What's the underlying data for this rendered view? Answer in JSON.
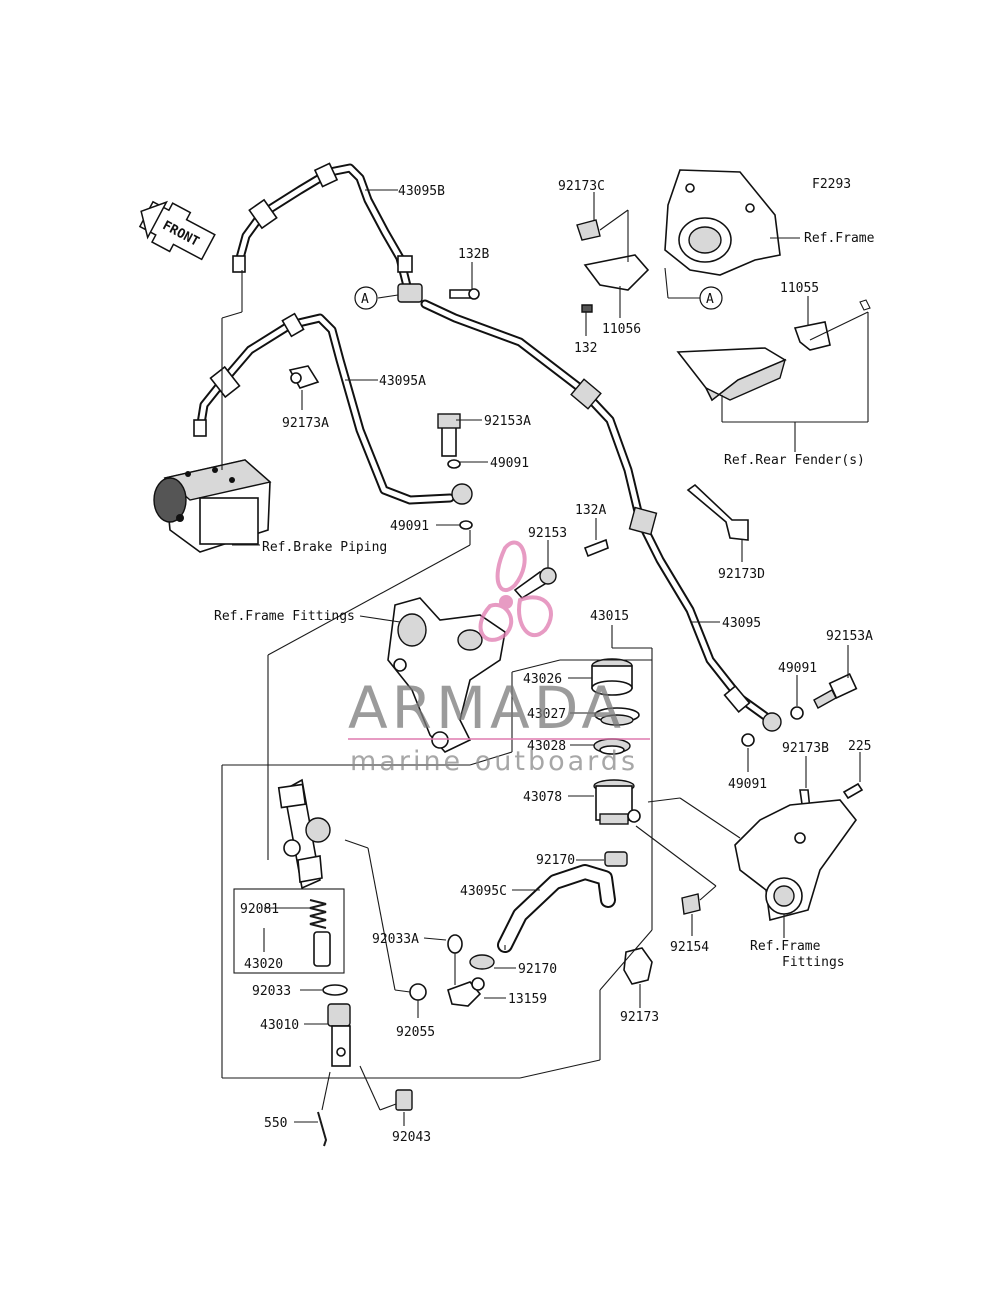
{
  "diagram_code": "F2293",
  "front_label": "FRONT",
  "part_labels": {
    "p43095B": "43095B",
    "p132B": "132B",
    "p43095A": "43095A",
    "p92173A": "92173A",
    "p92153A_top": "92153A",
    "p49091_a": "49091",
    "p49091_b": "49091",
    "p92153": "92153",
    "p132A": "132A",
    "p92173D": "92173D",
    "p43095": "43095",
    "p43015": "43015",
    "p43026": "43026",
    "p43027": "43027",
    "p43028": "43028",
    "p43078": "43078",
    "p92170_a": "92170",
    "p43095C": "43095C",
    "p92081": "92081",
    "p43020": "43020",
    "p92033A": "92033A",
    "p92170_b": "92170",
    "p13159": "13159",
    "p92033": "92033",
    "p92055": "92055",
    "p43010": "43010",
    "p92154": "92154",
    "p92173": "92173",
    "p550": "550",
    "p92043": "92043",
    "p92173C": "92173C",
    "p132": "132",
    "p11056": "11056",
    "p11055": "11055",
    "p92153A_right": "92153A",
    "p49091_c": "49091",
    "p49091_d": "49091",
    "p92173B": "92173B",
    "p225": "225"
  },
  "ref_labels": {
    "frame": "Ref.Frame",
    "rear_fender": "Ref.Rear Fender(s)",
    "brake_piping": "Ref.Brake Piping",
    "frame_fittings_left": "Ref.Frame Fittings",
    "frame_fittings_right_1": "Ref.Frame",
    "frame_fittings_right_2": "Fittings"
  },
  "callouts": {
    "a1": "A",
    "a2": "A"
  },
  "watermark": {
    "brand": "ARMADA",
    "tagline": "marine outboards",
    "logo_color": "#e07ab0"
  }
}
